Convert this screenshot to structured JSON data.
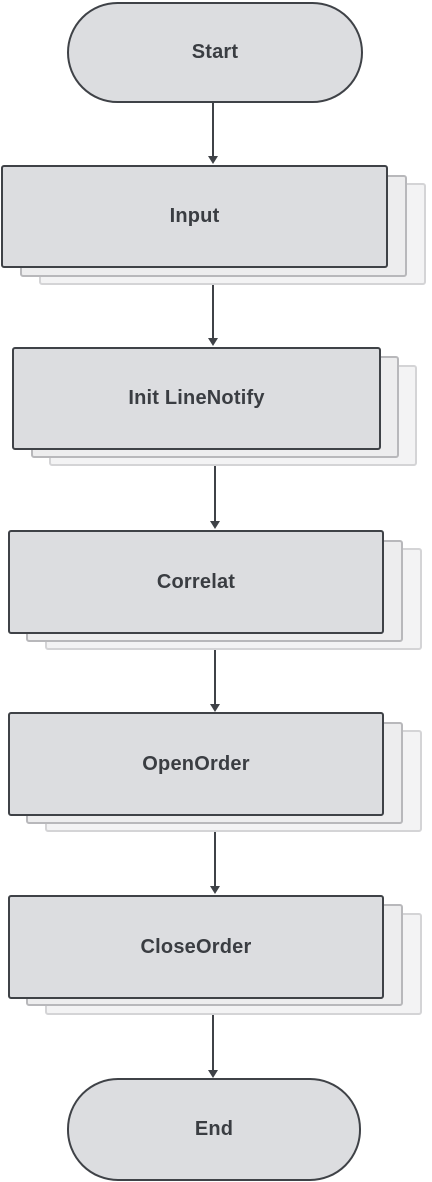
{
  "flowchart": {
    "nodes": [
      {
        "id": "start",
        "type": "terminal",
        "label": "Start"
      },
      {
        "id": "input",
        "type": "process",
        "label": "Input"
      },
      {
        "id": "init_line_notify",
        "type": "process",
        "label": "Init LineNotify"
      },
      {
        "id": "correlat",
        "type": "process",
        "label": "Correlat"
      },
      {
        "id": "open_order",
        "type": "process",
        "label": "OpenOrder"
      },
      {
        "id": "close_order",
        "type": "process",
        "label": "CloseOrder"
      },
      {
        "id": "end",
        "type": "terminal",
        "label": "End"
      }
    ],
    "edges": [
      {
        "from": "start",
        "to": "input"
      },
      {
        "from": "input",
        "to": "init_line_notify"
      },
      {
        "from": "init_line_notify",
        "to": "correlat"
      },
      {
        "from": "correlat",
        "to": "open_order"
      },
      {
        "from": "open_order",
        "to": "close_order"
      },
      {
        "from": "close_order",
        "to": "end"
      }
    ],
    "colors": {
      "node_fill": "#dcdde0",
      "node_border": "#3f4247",
      "label_text": "#3a3d42",
      "stack_layer_1": "#ededee",
      "stack_layer_2": "#f3f3f4",
      "connector": "#3f4247"
    }
  }
}
